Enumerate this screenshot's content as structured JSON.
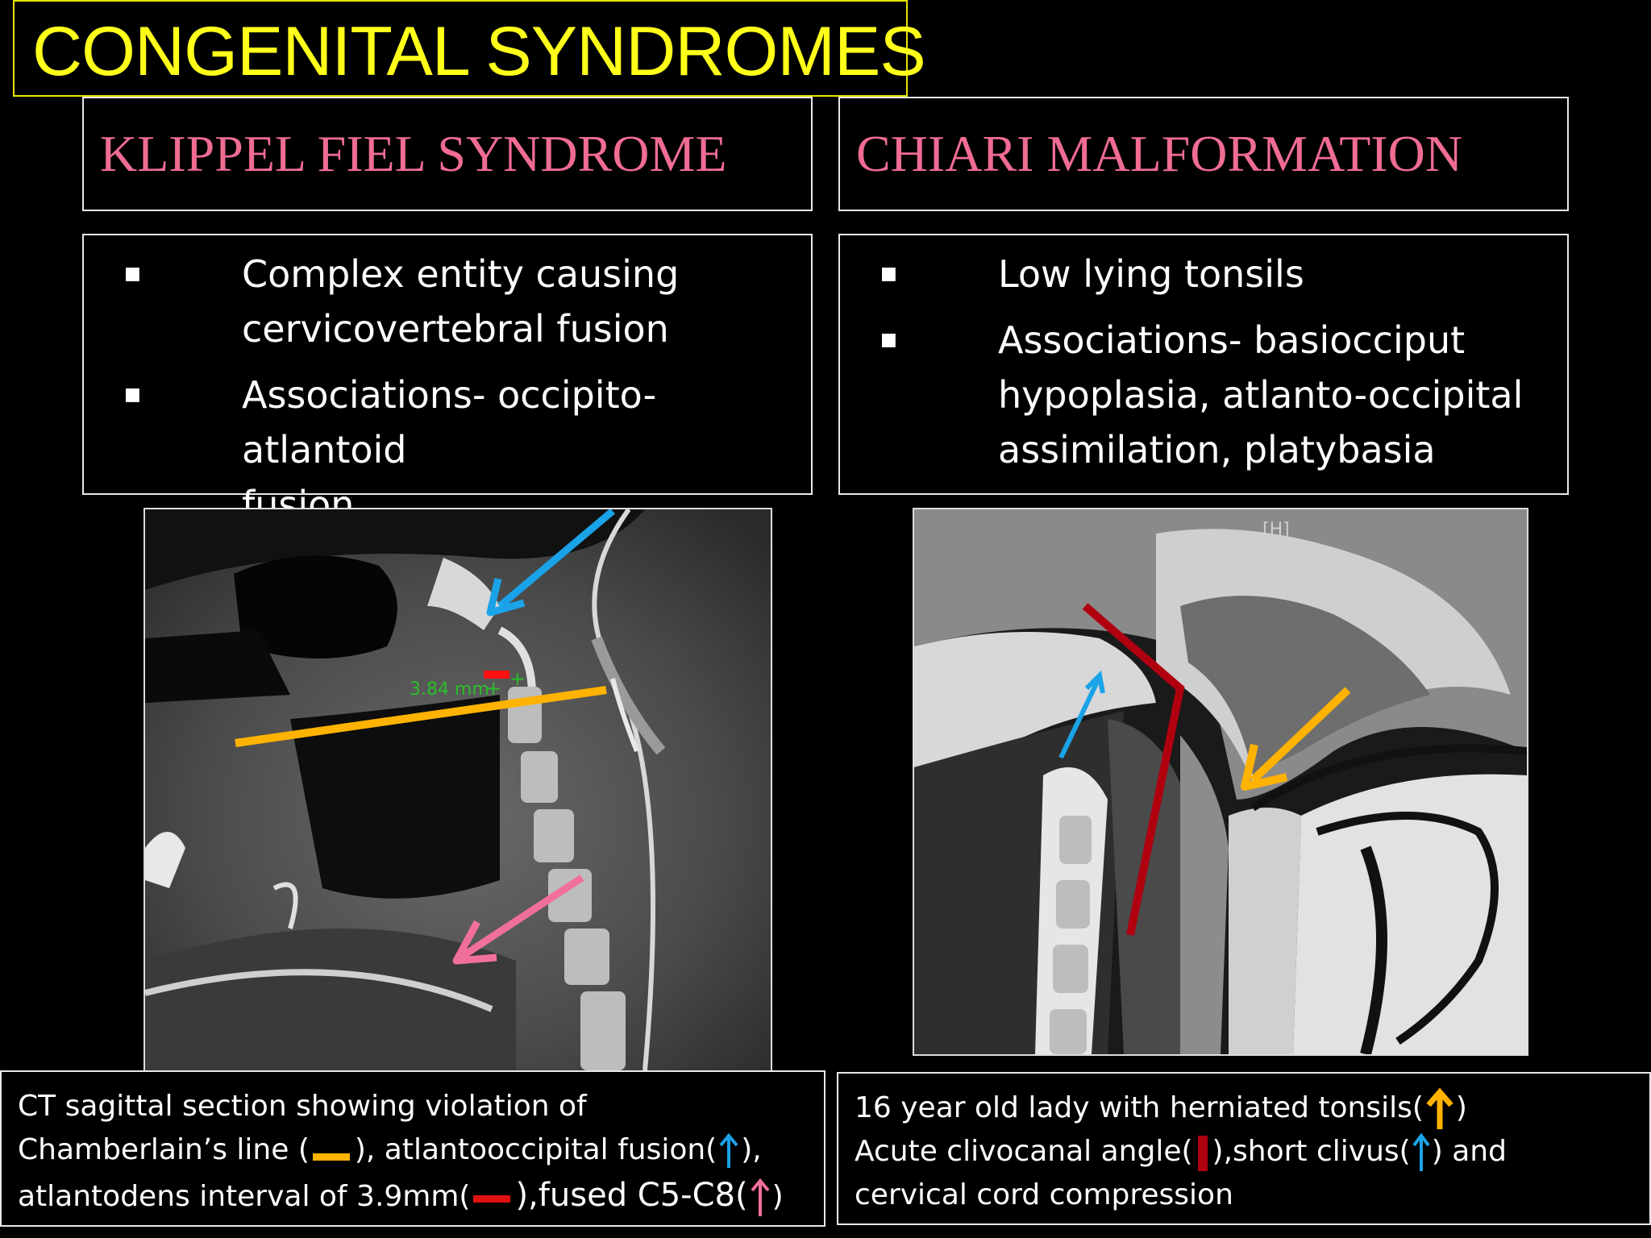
{
  "title": "CONGENITAL SYNDROMES",
  "left": {
    "heading": "KLIPPEL FIEL SYNDROME",
    "bullets": [
      [
        "Complex entity causing",
        "cervicovertebral fusion"
      ],
      [
        "Associations-  occipito-atlantoid",
        "fusion"
      ]
    ],
    "measure_label": "3.84 mm",
    "caption": {
      "line1": "CT sagittal section showing violation of",
      "line2a": "Chamberlain’s line (",
      "line2b": "), atlantooccipital fusion(",
      "line2c": "),",
      "line3a": "atlantodens interval of 3.9mm(",
      "line3b": "),fused C5-C8(",
      "line3c": ")"
    }
  },
  "right": {
    "heading": "CHIARI  MALFORMATION",
    "bullets": [
      [
        "Low lying  tonsils"
      ],
      [
        "Associations- basiocciput",
        "hypoplasia, atlanto-occipital",
        "assimilation, platybasia"
      ]
    ],
    "mri_tag": "[H]",
    "caption": {
      "line1a": "16 year old lady with herniated tonsils(",
      "line1b": ")",
      "line2a": "Acute clivocanal angle(",
      "line2b": "),short clivus(",
      "line2c": ")   and",
      "line3": "cervical cord compression"
    }
  },
  "colors": {
    "title": "#ffff1a",
    "heading": "#f06c93",
    "blue_arrow": "#1aa3e8",
    "pink_arrow": "#f0709a",
    "orange_line": "#ffb300",
    "red_mark": "#d40000",
    "dark_red_line": "#b00010"
  },
  "icons": {
    "bullet": "square-bullet-icon",
    "blue": "blue-arrow-icon",
    "pink": "pink-arrow-icon",
    "orange": "orange-arrow-icon",
    "red": "red-bar-icon"
  }
}
